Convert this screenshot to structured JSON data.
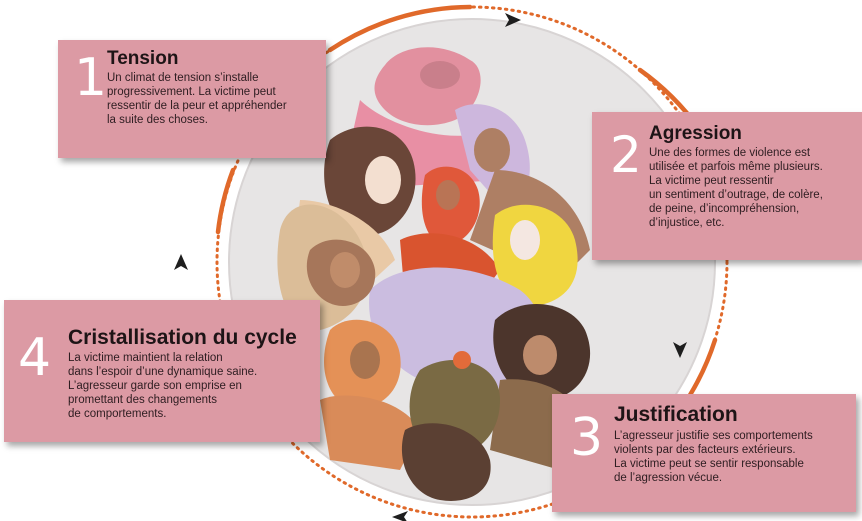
{
  "cycle": {
    "colors": {
      "card_background": "#dc9aa4",
      "cycle_line": "#e0692a",
      "arrow": "#222222",
      "circle_background": "#e6e4e4"
    },
    "icons": [
      "arrow-right-icon",
      "arrow-down-icon",
      "arrow-left-icon",
      "arrow-up-icon"
    ],
    "steps": [
      {
        "number": "1",
        "title": "Tension",
        "text": "Un climat de tension s’installe\nprogressivement. La victime peut\nressentir de la peur et appréhender\nla suite des choses."
      },
      {
        "number": "2",
        "title": "Agression",
        "text": "Une des formes de violence est\nutilisée et parfois même plusieurs.\nLa victime peut ressentir\nun sentiment d’outrage, de colère,\nde peine, d’incompréhension,\nd’injustice, etc."
      },
      {
        "number": "3",
        "title": "Justification",
        "text": "L’agresseur justifie ses comportements\nviolents par des facteurs extérieurs.\nLa victime peut se sentir responsable\nde l’agression vécue."
      },
      {
        "number": "4",
        "title": "Cristallisation du cycle",
        "text": "La victime maintient la relation\ndans l’espoir d’une dynamique saine.\nL’agresseur garde son emprise en\npromettant des changements\nde comportements."
      }
    ]
  }
}
